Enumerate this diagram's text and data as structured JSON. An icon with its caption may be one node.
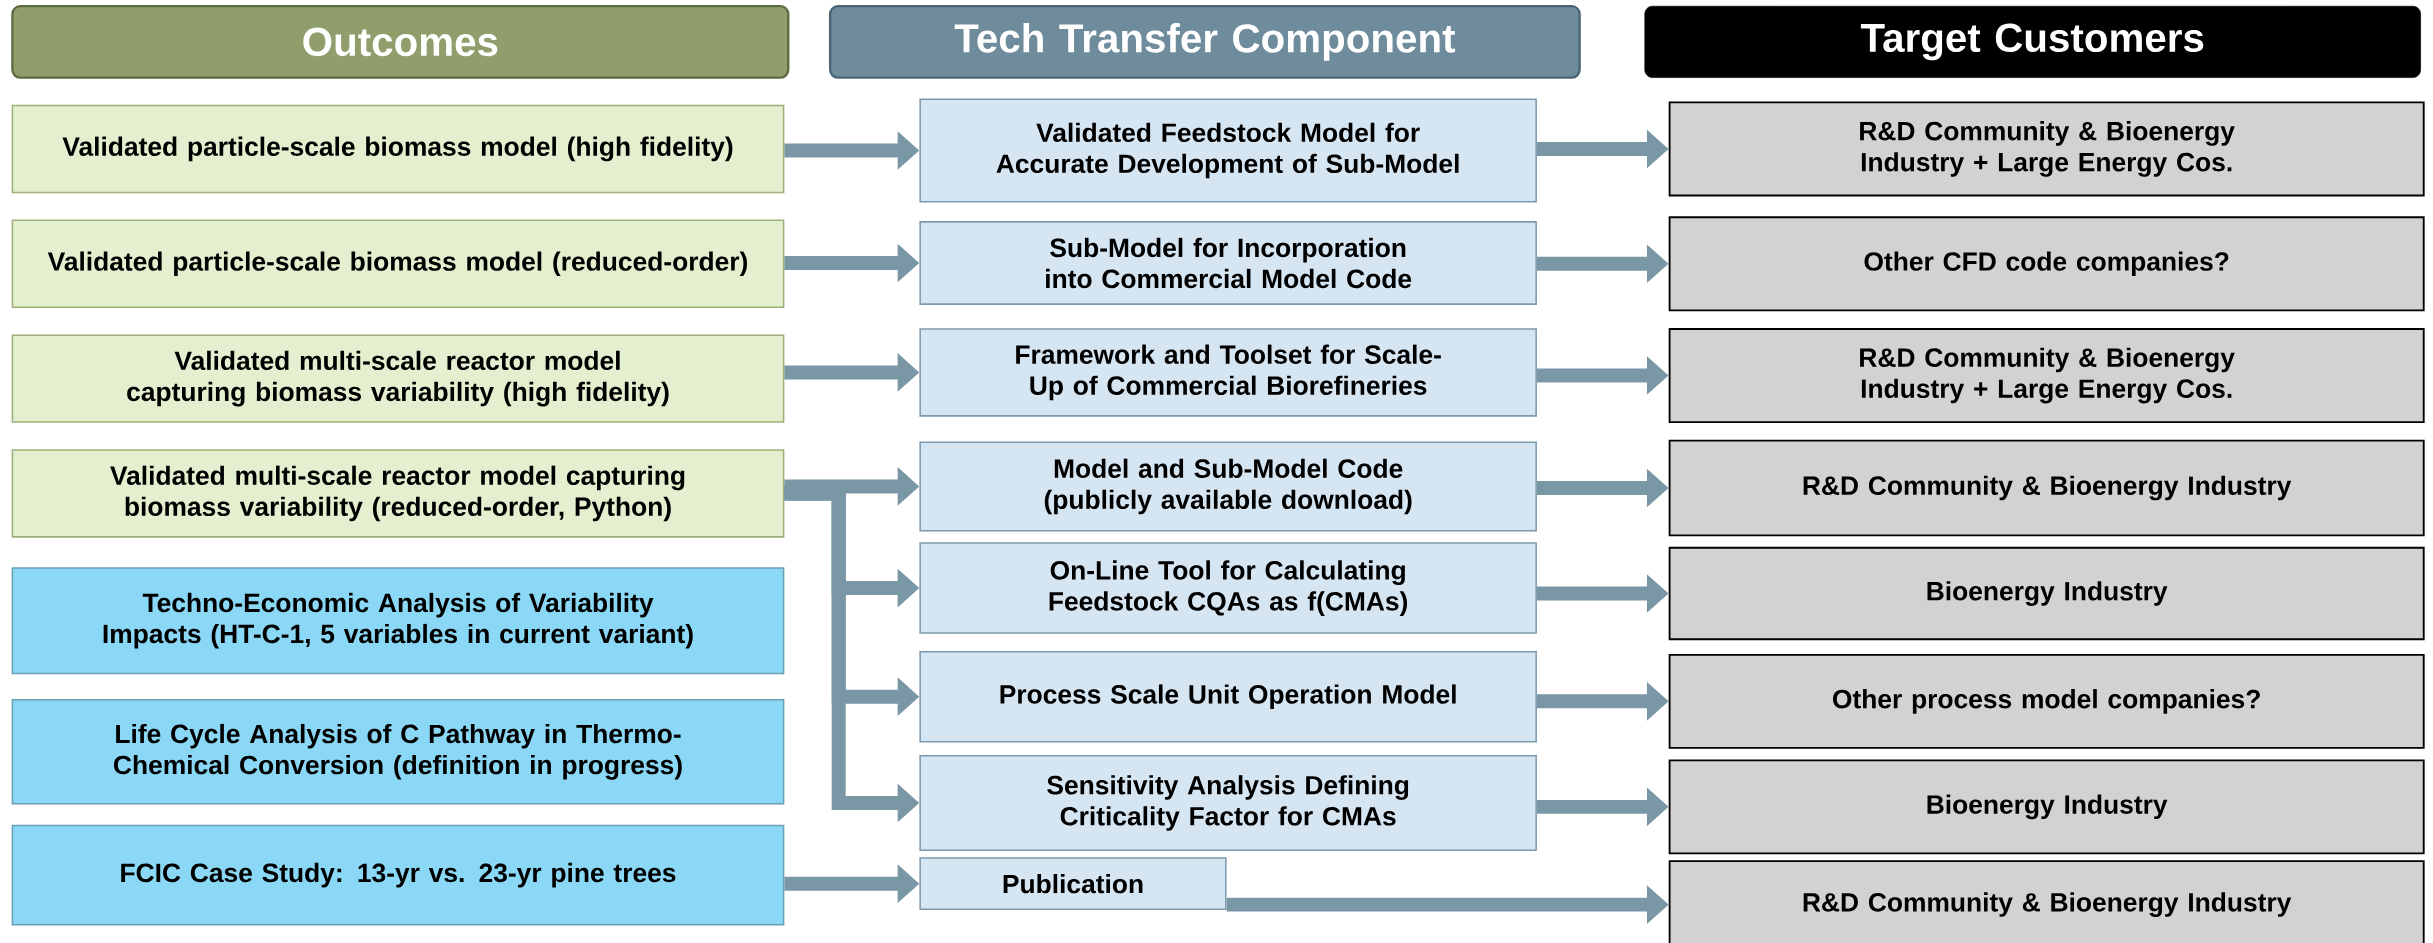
{
  "diagram": {
    "nodes": [
      {
        "text": [
          "Outcomes"
        ]
      },
      {
        "text": [
          "Tech Transfer Component"
        ]
      },
      {
        "text": [
          "Target Customers"
        ]
      },
      {
        "text": [
          "Validated particle-scale biomass model (high fidelity)"
        ]
      },
      {
        "text": [
          "Validated particle-scale biomass model (reduced-order)"
        ]
      },
      {
        "text": [
          "Validated multi-scale reactor model capturing biomass variability (high fidelity)"
        ]
      },
      {
        "text": [
          "Validated multi-scale reactor model capturing biomass variability (reduced-order, Python)"
        ]
      },
      {
        "text": [
          "Techno-Economic Analysis of Variability Impacts (HT-C-1, 5 variables in current variant)"
        ]
      },
      {
        "text": [
          "Life Cycle Analysis of C Pathway in Thermo-Chemical Conversion (definition in progress)"
        ]
      },
      {
        "text": [
          "FCIC Case Study: 13-yr vs. 23-yr pine trees"
        ]
      },
      {
        "text": [
          "Validated Feedstock Model for Accurate Development of Sub-Model"
        ]
      },
      {
        "text": [
          "Sub-Model for Incorporation into Commercial Model Code"
        ]
      },
      {
        "text": [
          "Framework and Toolset for Scale-Up of Commercial Biorefineries"
        ]
      },
      {
        "text": [
          "Model and Sub-Model Code (publicly available download)"
        ]
      },
      {
        "text": [
          "On-Line Tool for Calculating Feedstock CQAs as f(CMAs)"
        ]
      },
      {
        "text": [
          "Process Scale Unit Operation Model"
        ]
      },
      {
        "text": [
          "Sensitivity Analysis Defining Criticality Factor for CMAs"
        ]
      },
      {
        "text": [
          "Publication"
        ]
      },
      {
        "text": [
          "R&D Community & Bioenergy Industry + Large Energy Cos."
        ]
      },
      {
        "text": [
          "Other CFD code companies?"
        ]
      },
      {
        "text": [
          "R&D Community & Bioenergy Industry + Large Energy Cos."
        ]
      },
      {
        "text": [
          "R&D Community & Bioenergy Industry"
        ]
      },
      {
        "text": [
          "Bioenergy Industry"
        ]
      },
      {
        "text": [
          "Other process model companies?"
        ]
      },
      {
        "text": [
          "Bioenergy Industry"
        ]
      },
      {
        "text": [
          "R&D Community & Bioenergy Industry"
        ]
      }
    ],
    "edges": [
      {
        "from": 3,
        "to": 10,
        "arrow": "to"
      },
      {
        "from": 4,
        "to": 11,
        "arrow": "to"
      },
      {
        "from": 5,
        "to": 12,
        "arrow": "to"
      },
      {
        "from": 6,
        "to": 13,
        "arrow": "to"
      },
      {
        "from": 6,
        "to": 14,
        "arrow": "to"
      },
      {
        "from": 6,
        "to": 15,
        "arrow": "to"
      },
      {
        "from": 6,
        "to": 16,
        "arrow": "to"
      },
      {
        "from": 9,
        "to": 17,
        "arrow": "to"
      },
      {
        "from": 10,
        "to": 18,
        "arrow": "to"
      },
      {
        "from": 11,
        "to": 19,
        "arrow": "to"
      },
      {
        "from": 12,
        "to": 20,
        "arrow": "to"
      },
      {
        "from": 13,
        "to": 21,
        "arrow": "to"
      },
      {
        "from": 14,
        "to": 22,
        "arrow": "to"
      },
      {
        "from": 15,
        "to": 23,
        "arrow": "to"
      },
      {
        "from": 16,
        "to": 24,
        "arrow": "to"
      },
      {
        "from": 17,
        "to": 25,
        "arrow": "to"
      }
    ]
  }
}
